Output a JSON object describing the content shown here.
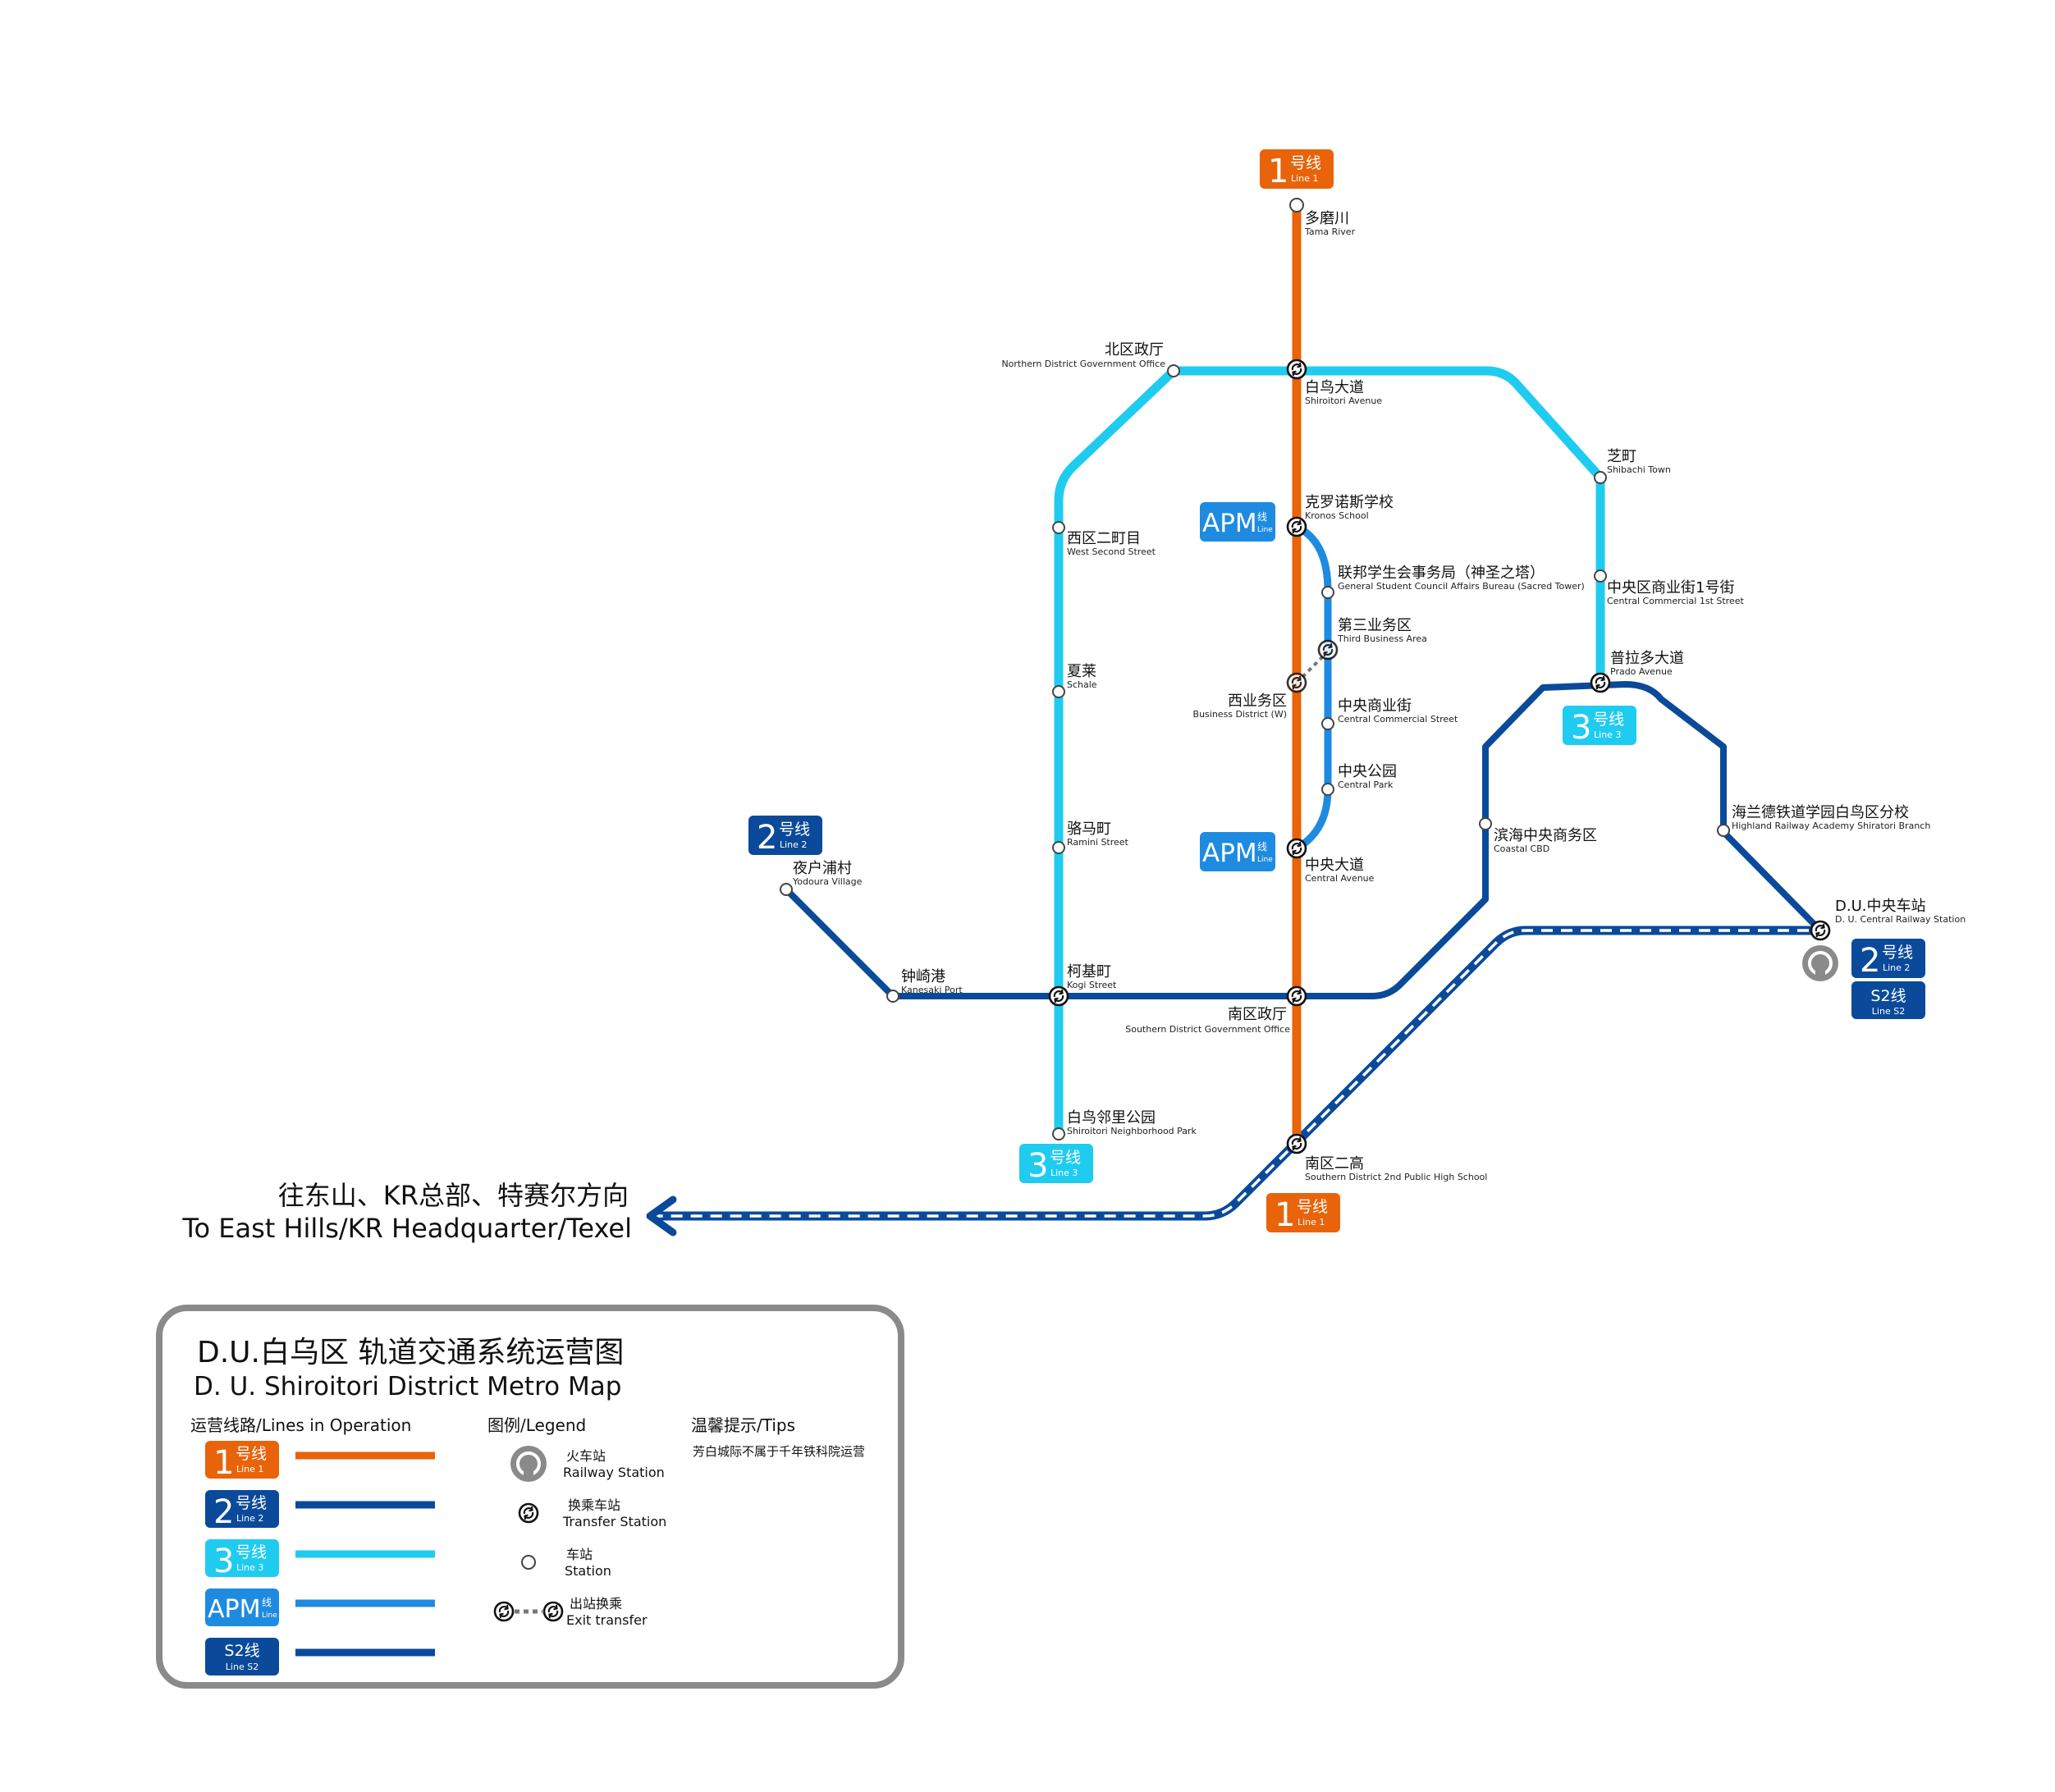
{
  "colors": {
    "line1": "#E8630A",
    "line2": "#0B4A9A",
    "line3": "#1FCCF0",
    "apm": "#1E8BE0",
    "s2": "#0B4A9A",
    "railway_icon": "#8A8A8A",
    "legend_border": "#8A8A8A"
  },
  "badges": {
    "line1": {
      "num": "1",
      "cn": "号线",
      "en": "Line 1"
    },
    "line2": {
      "num": "2",
      "cn": "号线",
      "en": "Line 2"
    },
    "line3": {
      "num": "3",
      "cn": "号线",
      "en": "Line 3"
    },
    "apm": {
      "text": "APM",
      "cn": "线",
      "en": "Line"
    },
    "s2": {
      "cn": "S2线",
      "en": "Line S2"
    }
  },
  "stations": {
    "tama_river": {
      "cn": "多磨川",
      "en": "Tama River"
    },
    "northern_gov": {
      "cn": "北区政厅",
      "en": "Northern District Government Office"
    },
    "shiroitori_ave": {
      "cn": "白鸟大道",
      "en": "Shiroitori Avenue"
    },
    "shibachi": {
      "cn": "芝町",
      "en": "Shibachi Town"
    },
    "kronos": {
      "cn": "克罗诺斯学校",
      "en": "Kronos School"
    },
    "west_second": {
      "cn": "西区二町目",
      "en": "West Second Street"
    },
    "gsc": {
      "cn": "联邦学生会事务局（神圣之塔）",
      "en": "General Student Council Affairs Bureau (Sacred Tower)"
    },
    "central_commercial_1st": {
      "cn": "中央区商业街1号街",
      "en": "Central Commercial 1st Street"
    },
    "third_business": {
      "cn": "第三业务区",
      "en": "Third Business Area"
    },
    "schale": {
      "cn": "夏莱",
      "en": "Schale"
    },
    "business_w": {
      "cn": "西业务区",
      "en": "Business District (W)"
    },
    "prado": {
      "cn": "普拉多大道",
      "en": "Prado Avenue"
    },
    "central_commercial": {
      "cn": "中央商业街",
      "en": "Central Commercial Street"
    },
    "central_park": {
      "cn": "中央公园",
      "en": "Central Park"
    },
    "highland": {
      "cn": "海兰德铁道学园白鸟区分校",
      "en": "Highland Railway Academy Shiratori Branch"
    },
    "ramini": {
      "cn": "骆马町",
      "en": "Ramini Street"
    },
    "coastal_cbd": {
      "cn": "滨海中央商务区",
      "en": "Coastal CBD"
    },
    "central_ave": {
      "cn": "中央大道",
      "en": "Central Avenue"
    },
    "yodoura": {
      "cn": "夜户浦村",
      "en": "Yodoura Village"
    },
    "du_central": {
      "cn": "D.U.中央车站",
      "en": "D. U. Central Railway Station"
    },
    "kanesaki": {
      "cn": "钟崎港",
      "en": "Kanesaki Port"
    },
    "kogi": {
      "cn": "柯基町",
      "en": "Kogi Street"
    },
    "southern_gov": {
      "cn": "南区政厅",
      "en": "Southern District Government Office"
    },
    "neighborhood_park": {
      "cn": "白鸟邻里公园",
      "en": "Shiroitori Neighborhood Park"
    },
    "southern_high": {
      "cn": "南区二高",
      "en": "Southern District 2nd Public High School"
    }
  },
  "destination": {
    "cn": "往东山、KR总部、特赛尔方向",
    "en": "To East Hills/KR Headquarter/Texel"
  },
  "legend": {
    "title_cn": "D.U.白乌区 轨道交通系统运营图",
    "title_en": "D. U. Shiroitori District Metro Map",
    "lines_header": "运营线路/Lines in Operation",
    "legend_header": "图例/Legend",
    "tips_header": "温馨提示/Tips",
    "tip_text": "芳白城际不属于千年铁科院运营",
    "items": {
      "railway": {
        "cn": "火车站",
        "en": "Railway Station"
      },
      "transfer": {
        "cn": "换乘车站",
        "en": "Transfer Station"
      },
      "station": {
        "cn": "车站",
        "en": "Station"
      },
      "exit_transfer": {
        "cn": "出站换乘",
        "en": "Exit transfer"
      }
    }
  }
}
